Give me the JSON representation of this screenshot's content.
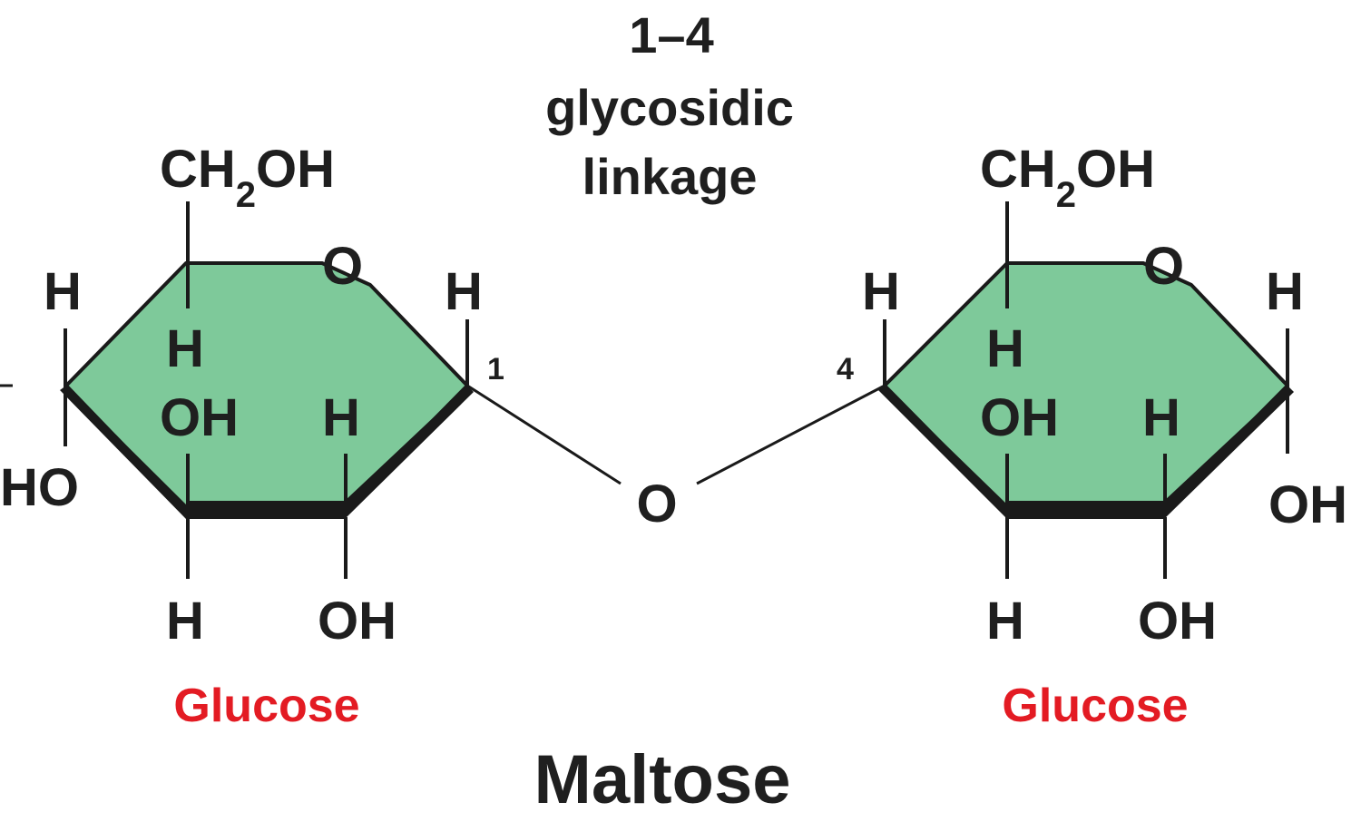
{
  "linkage": {
    "number": "1–4",
    "line1": "glycosidic",
    "line2": "linkage"
  },
  "bridge_oxygen": "O",
  "left_ring": {
    "ch2": "CH",
    "sub": "2",
    "oh": "OH",
    "ring_o": "O",
    "c4_h": "H",
    "c4_ho": "HO",
    "c1_h": "H",
    "c1_num": "1",
    "c3_h": "H",
    "c3_oh": "OH",
    "c3_bottom_h": "H",
    "c2_h": "H",
    "c2_oh": "OH",
    "name": "Glucose"
  },
  "right_ring": {
    "ch2": "CH",
    "sub": "2",
    "oh": "OH",
    "ring_o": "O",
    "c4_h": "H",
    "c4_num": "4",
    "c1_h": "H",
    "c1_oh": "OH",
    "c3_h": "H",
    "c3_oh": "OH",
    "c3_bottom_h": "H",
    "c2_h": "H",
    "c2_oh": "OH",
    "name": "Glucose"
  },
  "title": "Maltose",
  "colors": {
    "ring_fill": "#7ec99a",
    "bond": "#1a1a1a",
    "label_red": "#e31b23"
  }
}
